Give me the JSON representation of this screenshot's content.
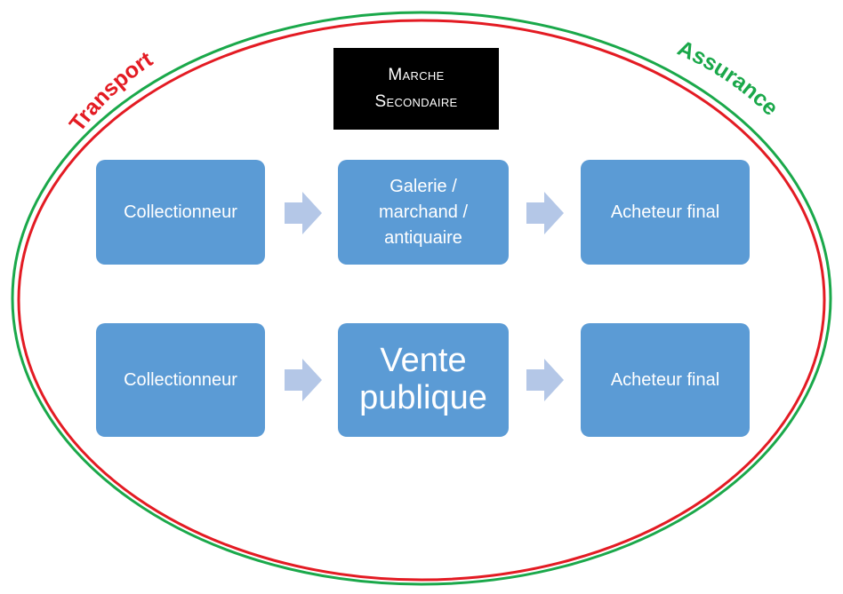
{
  "title": {
    "line1": "Marche",
    "line2": "Secondaire"
  },
  "labels": {
    "left": "Transport",
    "right": "Assurance"
  },
  "rows": [
    {
      "source": "Collectionneur",
      "middle_lines": [
        "Galerie /",
        "marchand /",
        "antiquaire"
      ],
      "target": "Acheteur final"
    },
    {
      "source": "Collectionneur",
      "middle_lines": [
        "Vente",
        "publique"
      ],
      "target": "Acheteur final"
    }
  ],
  "colors": {
    "node_fill": "#5b9bd5",
    "arrow_fill": "#b4c7e7",
    "outer_red": "#e31b23",
    "outer_green": "#1aa84a",
    "title_fill": "#000000"
  }
}
